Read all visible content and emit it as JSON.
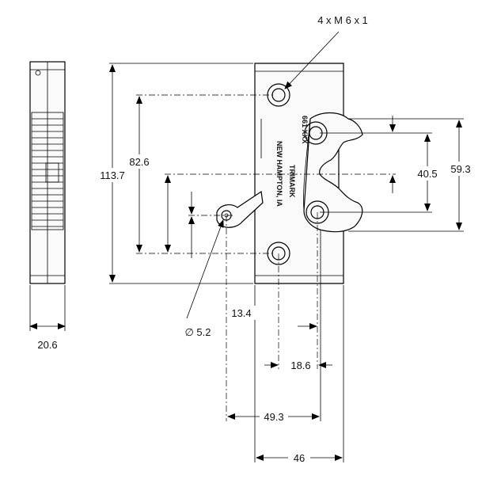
{
  "dimensions": {
    "thread_spec": "4 x M 6 x 1",
    "overall_height": "113.7",
    "hole_spacing_vertical": "82.6",
    "jaw_span": "59.3",
    "jaw_opening": "40.5",
    "pivot_hole_diameter": "∅ 5.2",
    "side_thickness": "20.6",
    "pivot_offset": "13.4",
    "hole_spacing_horizontal": "18.6",
    "pivot_to_jaw": "49.3",
    "overall_width": "46"
  },
  "markings": {
    "line1": "TRIMARK",
    "line2": "NEW HAMPTON, IA",
    "part_code": "661 XXX"
  }
}
